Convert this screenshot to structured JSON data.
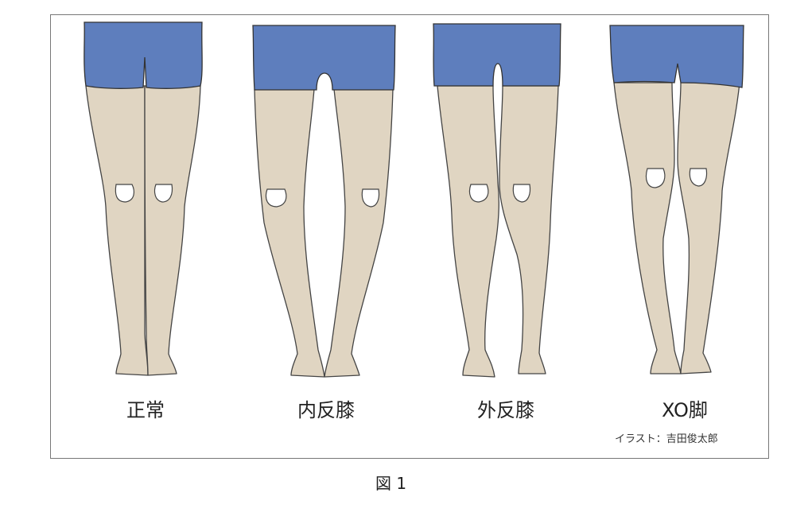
{
  "figures": [
    {
      "label": "正常"
    },
    {
      "label": "内反膝"
    },
    {
      "label": "外反膝"
    },
    {
      "label": "XO脚"
    }
  ],
  "credit": "イラスト：吉田俊太郎",
  "caption": "図 1",
  "colors": {
    "shorts": "#5e7ebd",
    "skin": "#e0d5c2",
    "outline": "#444444"
  }
}
